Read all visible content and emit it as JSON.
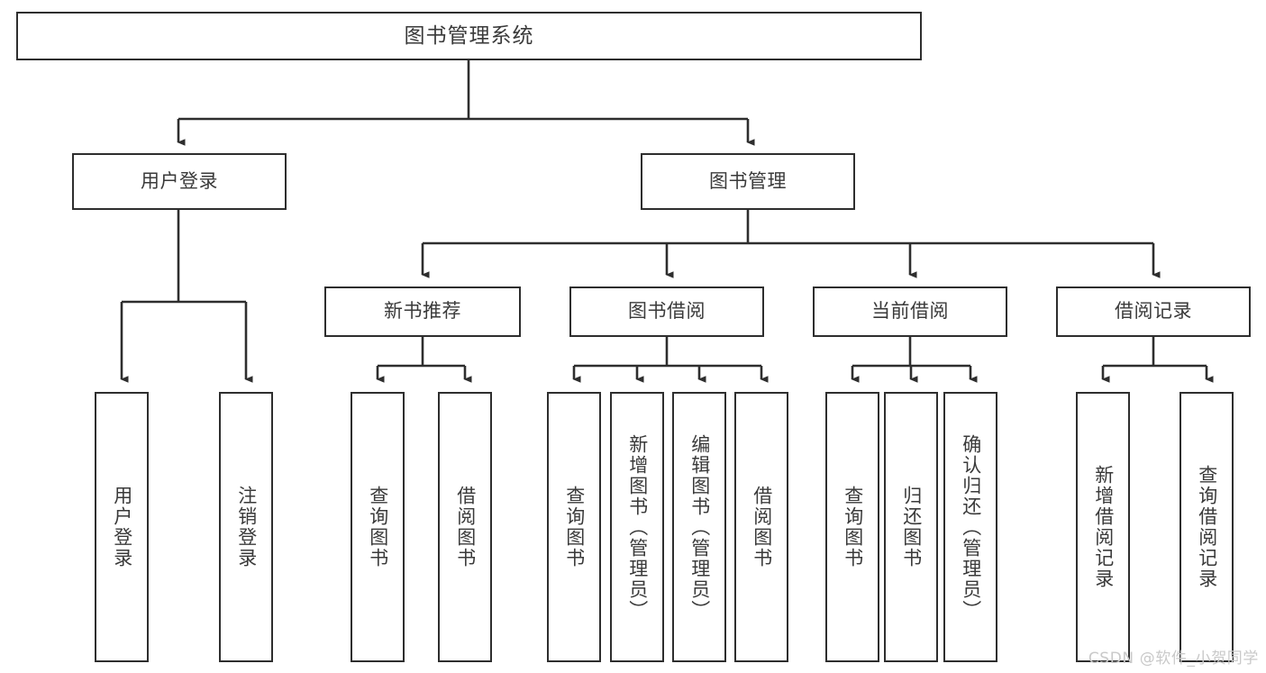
{
  "diagram": {
    "title": "图书管理系统",
    "type": "tree",
    "colors": {
      "background": "#ffffff",
      "box_border": "#2e2e2e",
      "box_fill": "#ffffff",
      "text": "#3a3a3a",
      "connector": "#2e2e2e",
      "watermark": "#c9c9c9"
    }
  },
  "nodes": {
    "root": {
      "label": "图书管理系统"
    },
    "level2": [
      {
        "label": "用户登录"
      },
      {
        "label": "图书管理"
      }
    ],
    "level3": [
      {
        "label": "新书推荐"
      },
      {
        "label": "图书借阅"
      },
      {
        "label": "当前借阅"
      },
      {
        "label": "借阅记录"
      }
    ],
    "leaves": {
      "user_login": [
        {
          "label": "用户登录"
        },
        {
          "label": "注销登录"
        }
      ],
      "new_book_recommend": [
        {
          "label": "查询图书"
        },
        {
          "label": "借阅图书"
        }
      ],
      "book_borrow": [
        {
          "label": "查询图书"
        },
        {
          "label": "新增图书（管理员）"
        },
        {
          "label": "编辑图书（管理员）"
        },
        {
          "label": "借阅图书"
        }
      ],
      "current_borrow": [
        {
          "label": "查询图书"
        },
        {
          "label": "归还图书"
        },
        {
          "label": "确认归还（管理员）"
        }
      ],
      "borrow_record": [
        {
          "label": "新增借阅记录"
        },
        {
          "label": "查询借阅记录"
        }
      ]
    }
  },
  "watermark": {
    "text": "CSDN @软件_小贺同学"
  }
}
